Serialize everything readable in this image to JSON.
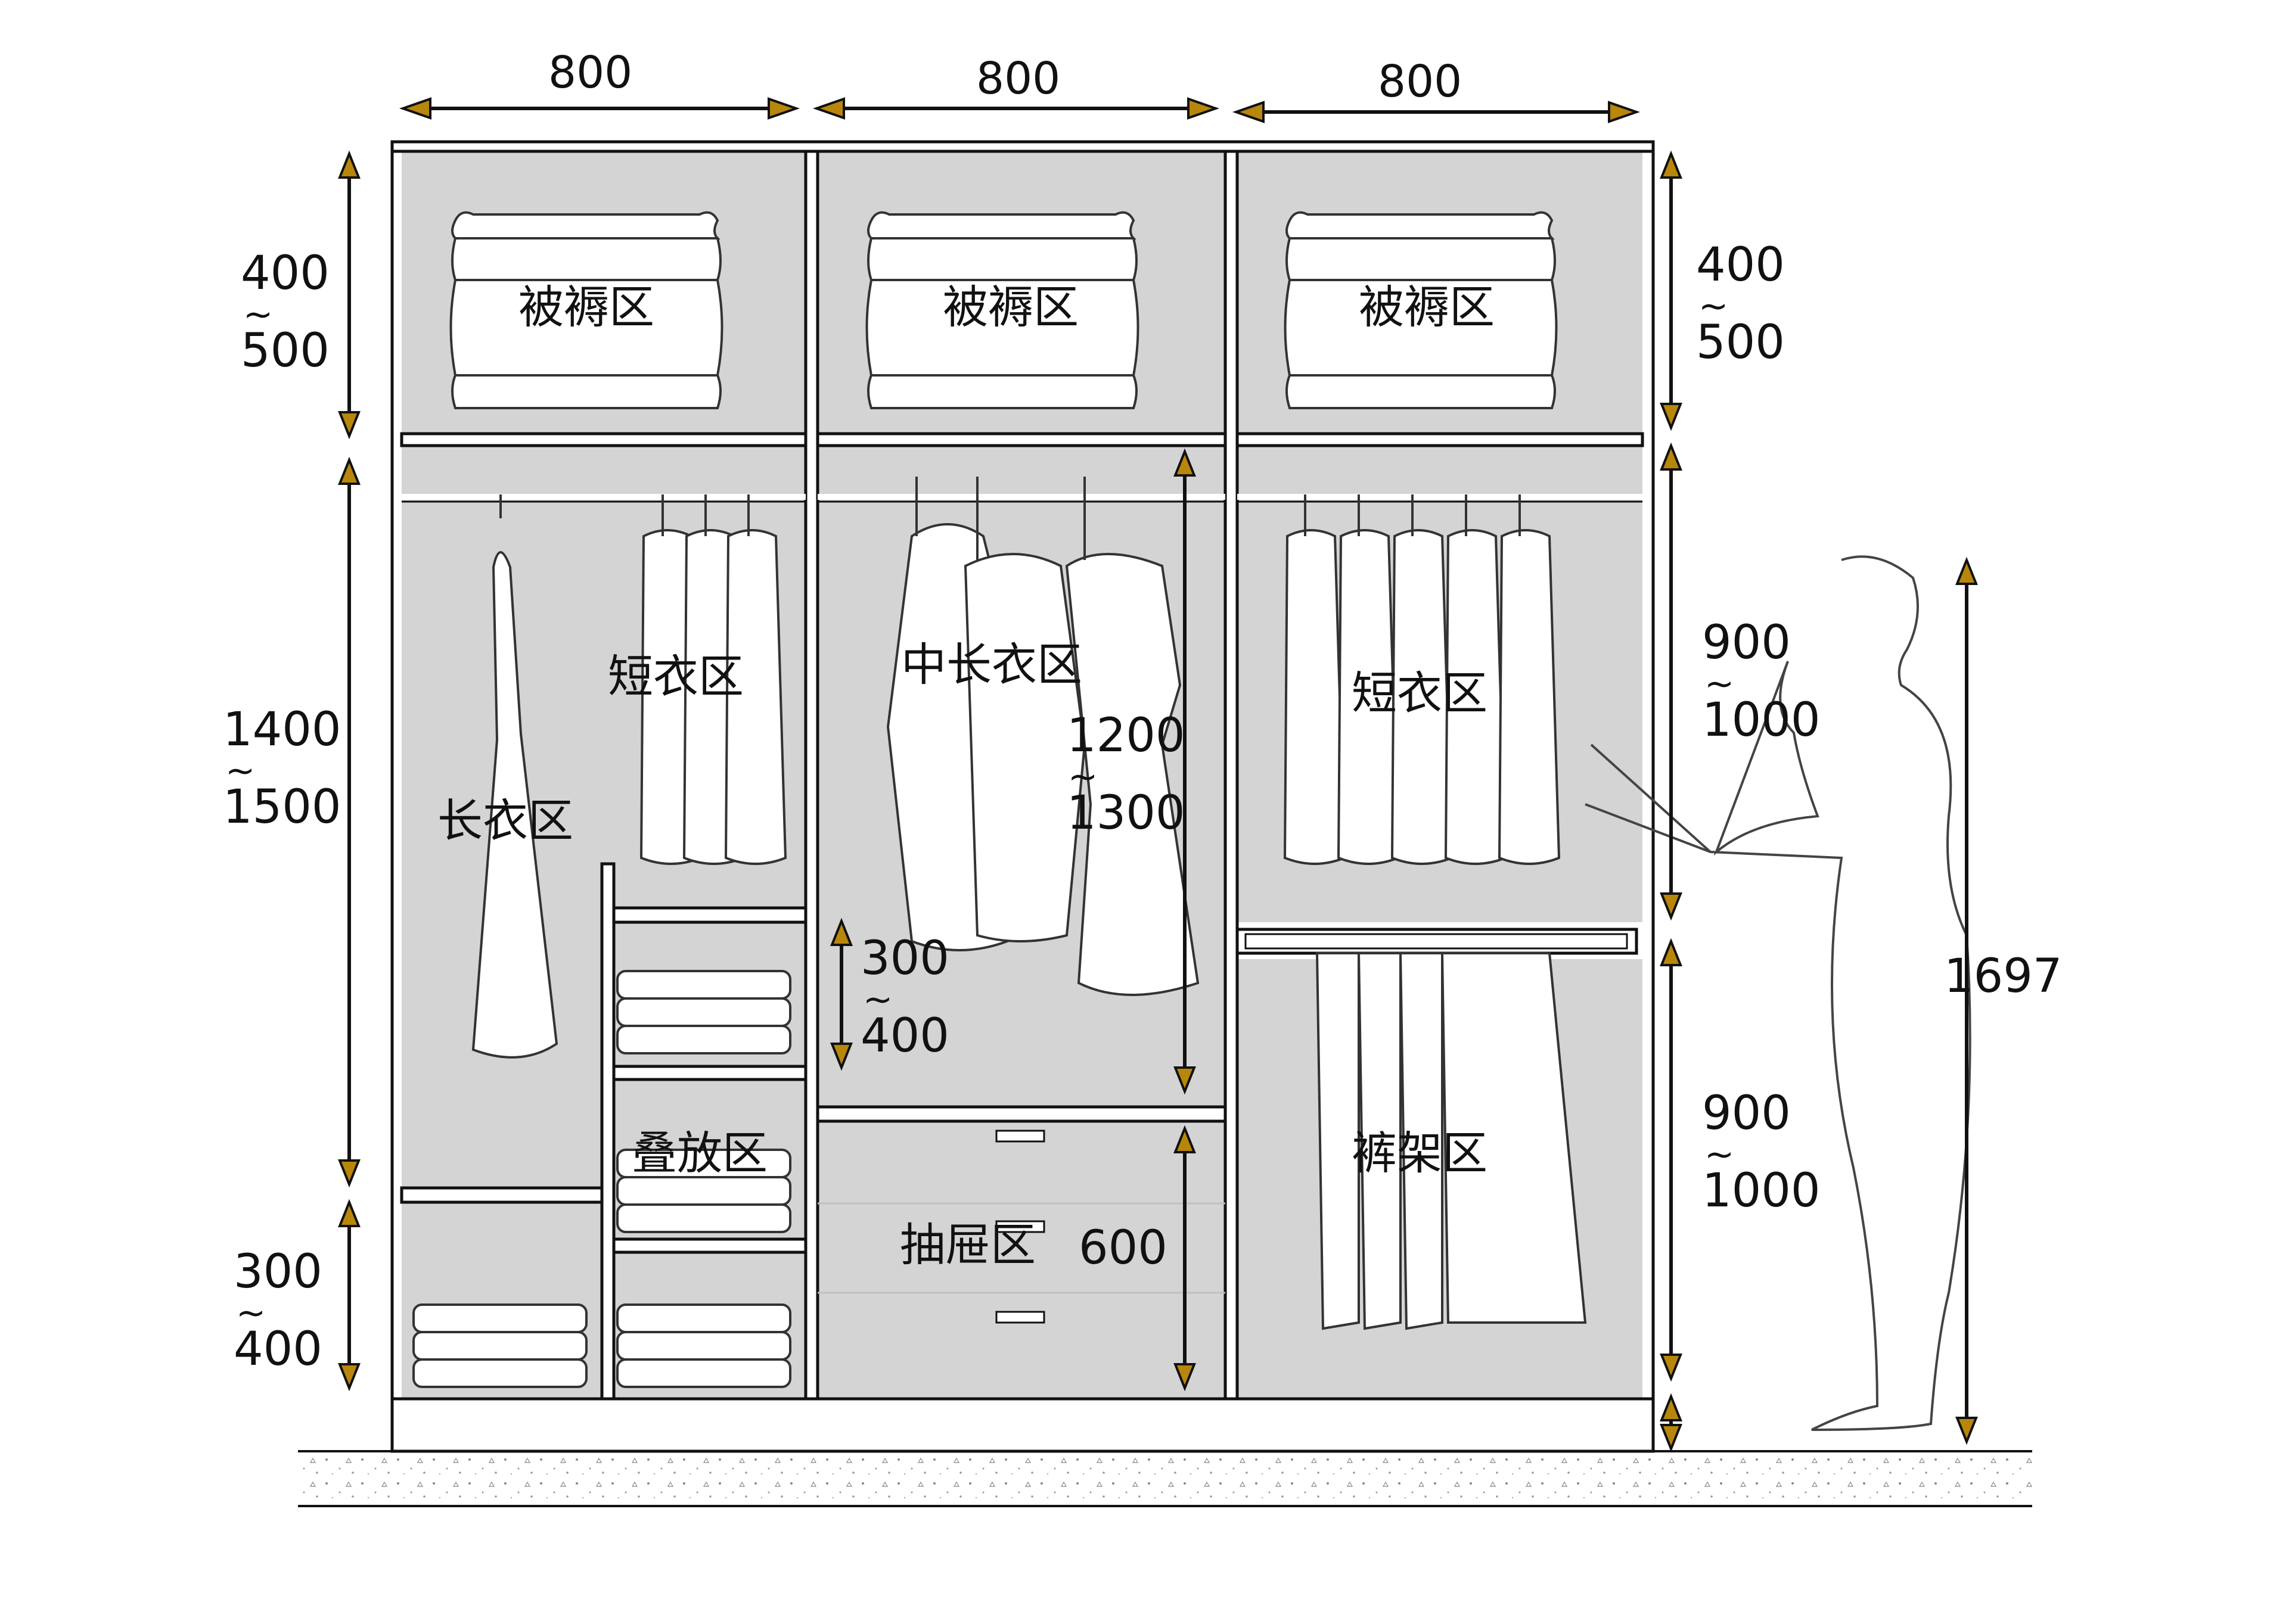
{
  "top_widths": [
    "800",
    "800",
    "800"
  ],
  "zones": {
    "bedding_left": "被褥区",
    "bedding_mid": "被褥区",
    "bedding_right": "被褥区",
    "short_left": "短衣区",
    "long": "长衣区",
    "medium_long": "中长衣区",
    "short_right": "短衣区",
    "fold": "叠放区",
    "drawer": "抽屉区",
    "trousers": "裤架区"
  },
  "dims": {
    "left_top": {
      "a": "400",
      "b": "500"
    },
    "left_mid": {
      "a": "1400",
      "b": "1500"
    },
    "left_bot": {
      "a": "300",
      "b": "400"
    },
    "mid_hang": {
      "a": "1200",
      "b": "1300"
    },
    "mid_small": {
      "a": "300",
      "b": "400"
    },
    "drawer_h": "600",
    "right_top": {
      "a": "400",
      "b": "500"
    },
    "right_mid": {
      "a": "900",
      "b": "1000"
    },
    "right_bot": {
      "a": "900",
      "b": "1000"
    },
    "person_h": "1697"
  },
  "tilde": "~",
  "colors": {
    "panel": "#d4d4d4",
    "arrow_fill": "#b8860b",
    "line": "#111111"
  }
}
